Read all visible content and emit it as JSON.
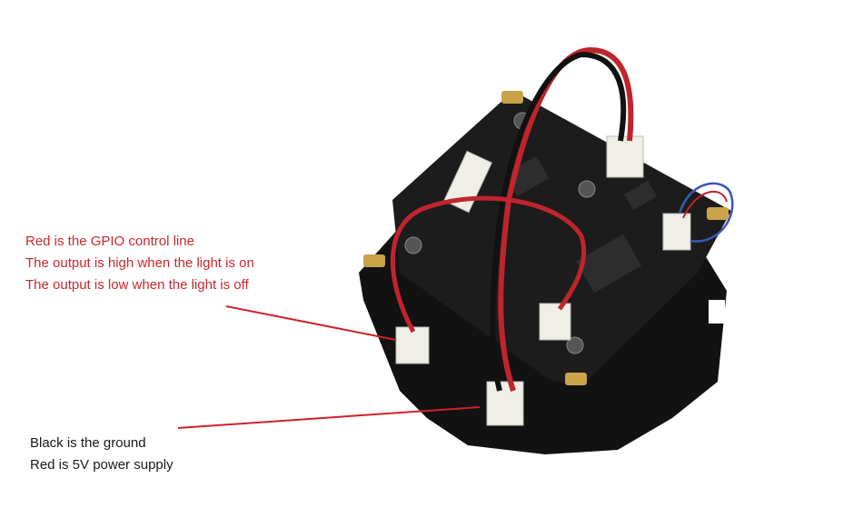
{
  "annotations": {
    "gpio": [
      "Red is the GPIO control line",
      "The output is high when the light is on",
      "The output is low when the light is off"
    ],
    "power": [
      "Black is the ground",
      "Red is 5V power supply"
    ]
  },
  "colors": {
    "annotation_red": "#c8282e",
    "annotation_black": "#1a1a1a",
    "pointer_line": "#d0202a",
    "board": "#141414",
    "connector": "#efefe8",
    "gold_pad": "#c9a24a"
  }
}
